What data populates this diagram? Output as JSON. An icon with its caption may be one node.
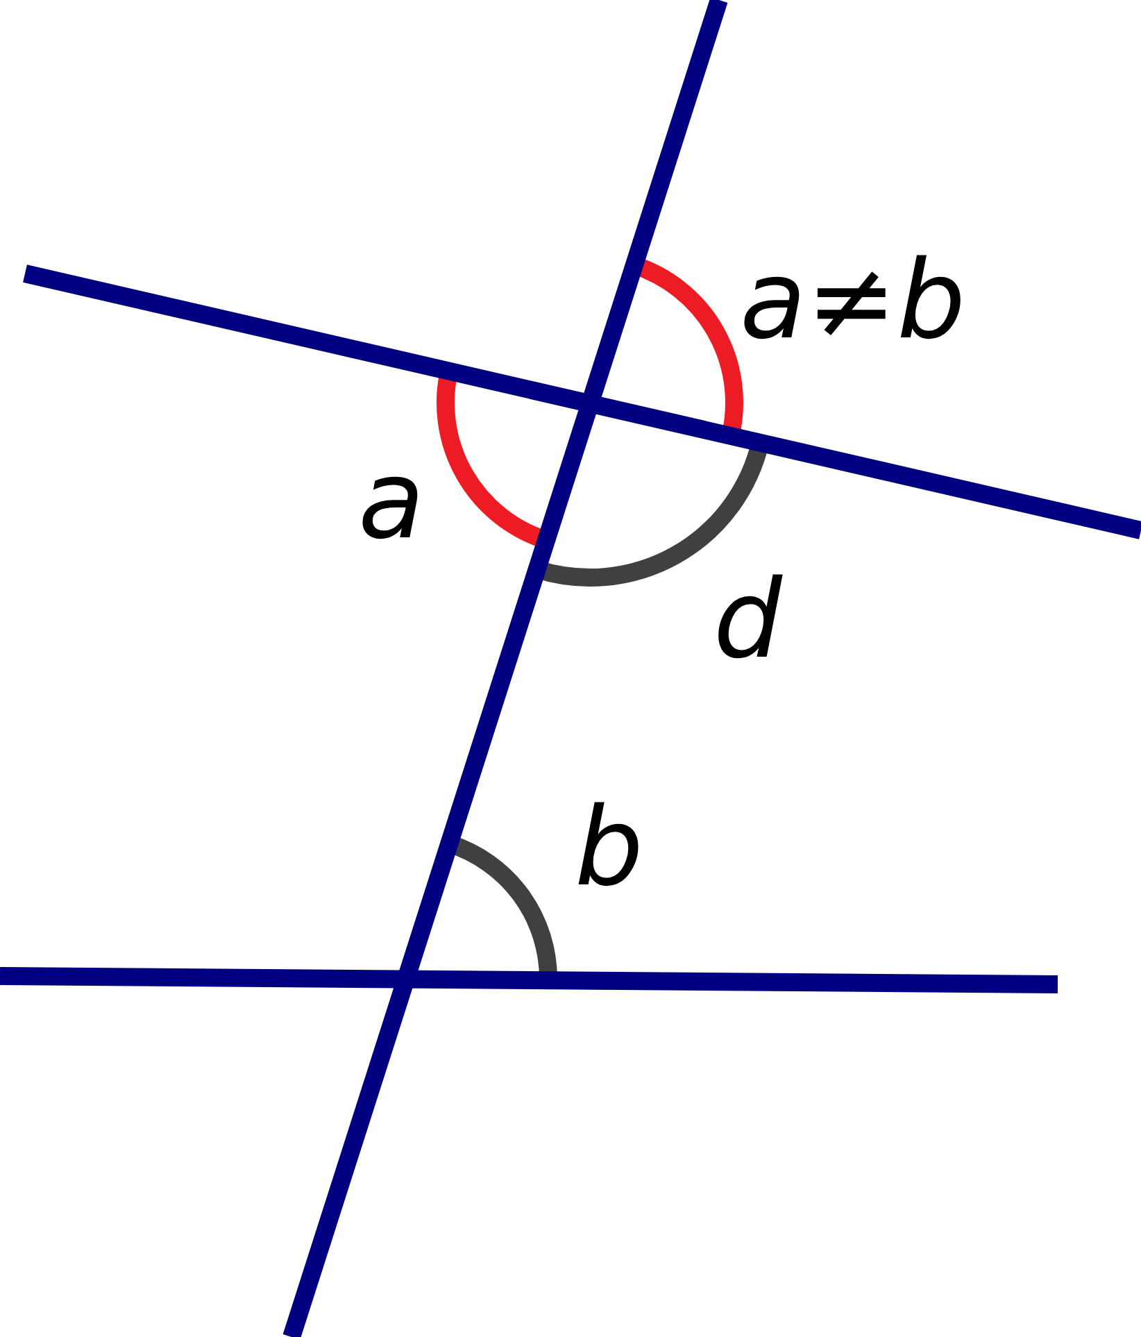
{
  "diagram": {
    "labels": [
      "a≠b",
      "a",
      "d",
      "b"
    ]
  }
}
